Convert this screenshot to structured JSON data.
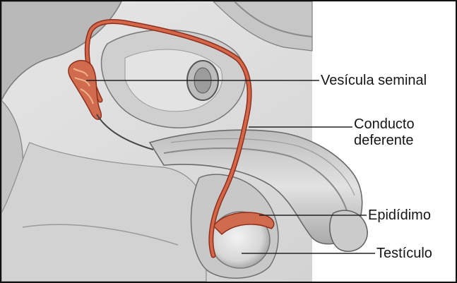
{
  "labels": {
    "vesicula": "Vesícula seminal",
    "conducto_line1": "Conducto",
    "conducto_line2": "deferente",
    "epididimo": "Epidídimo",
    "testiculo": "Testículo"
  },
  "colors": {
    "duct": "#c5583c",
    "duct_dark": "#8e2f1c",
    "tissue_light": "#d9d9d9",
    "tissue_mid": "#a8a8a8",
    "tissue_dark": "#6e6e6e",
    "border": "#111111"
  }
}
